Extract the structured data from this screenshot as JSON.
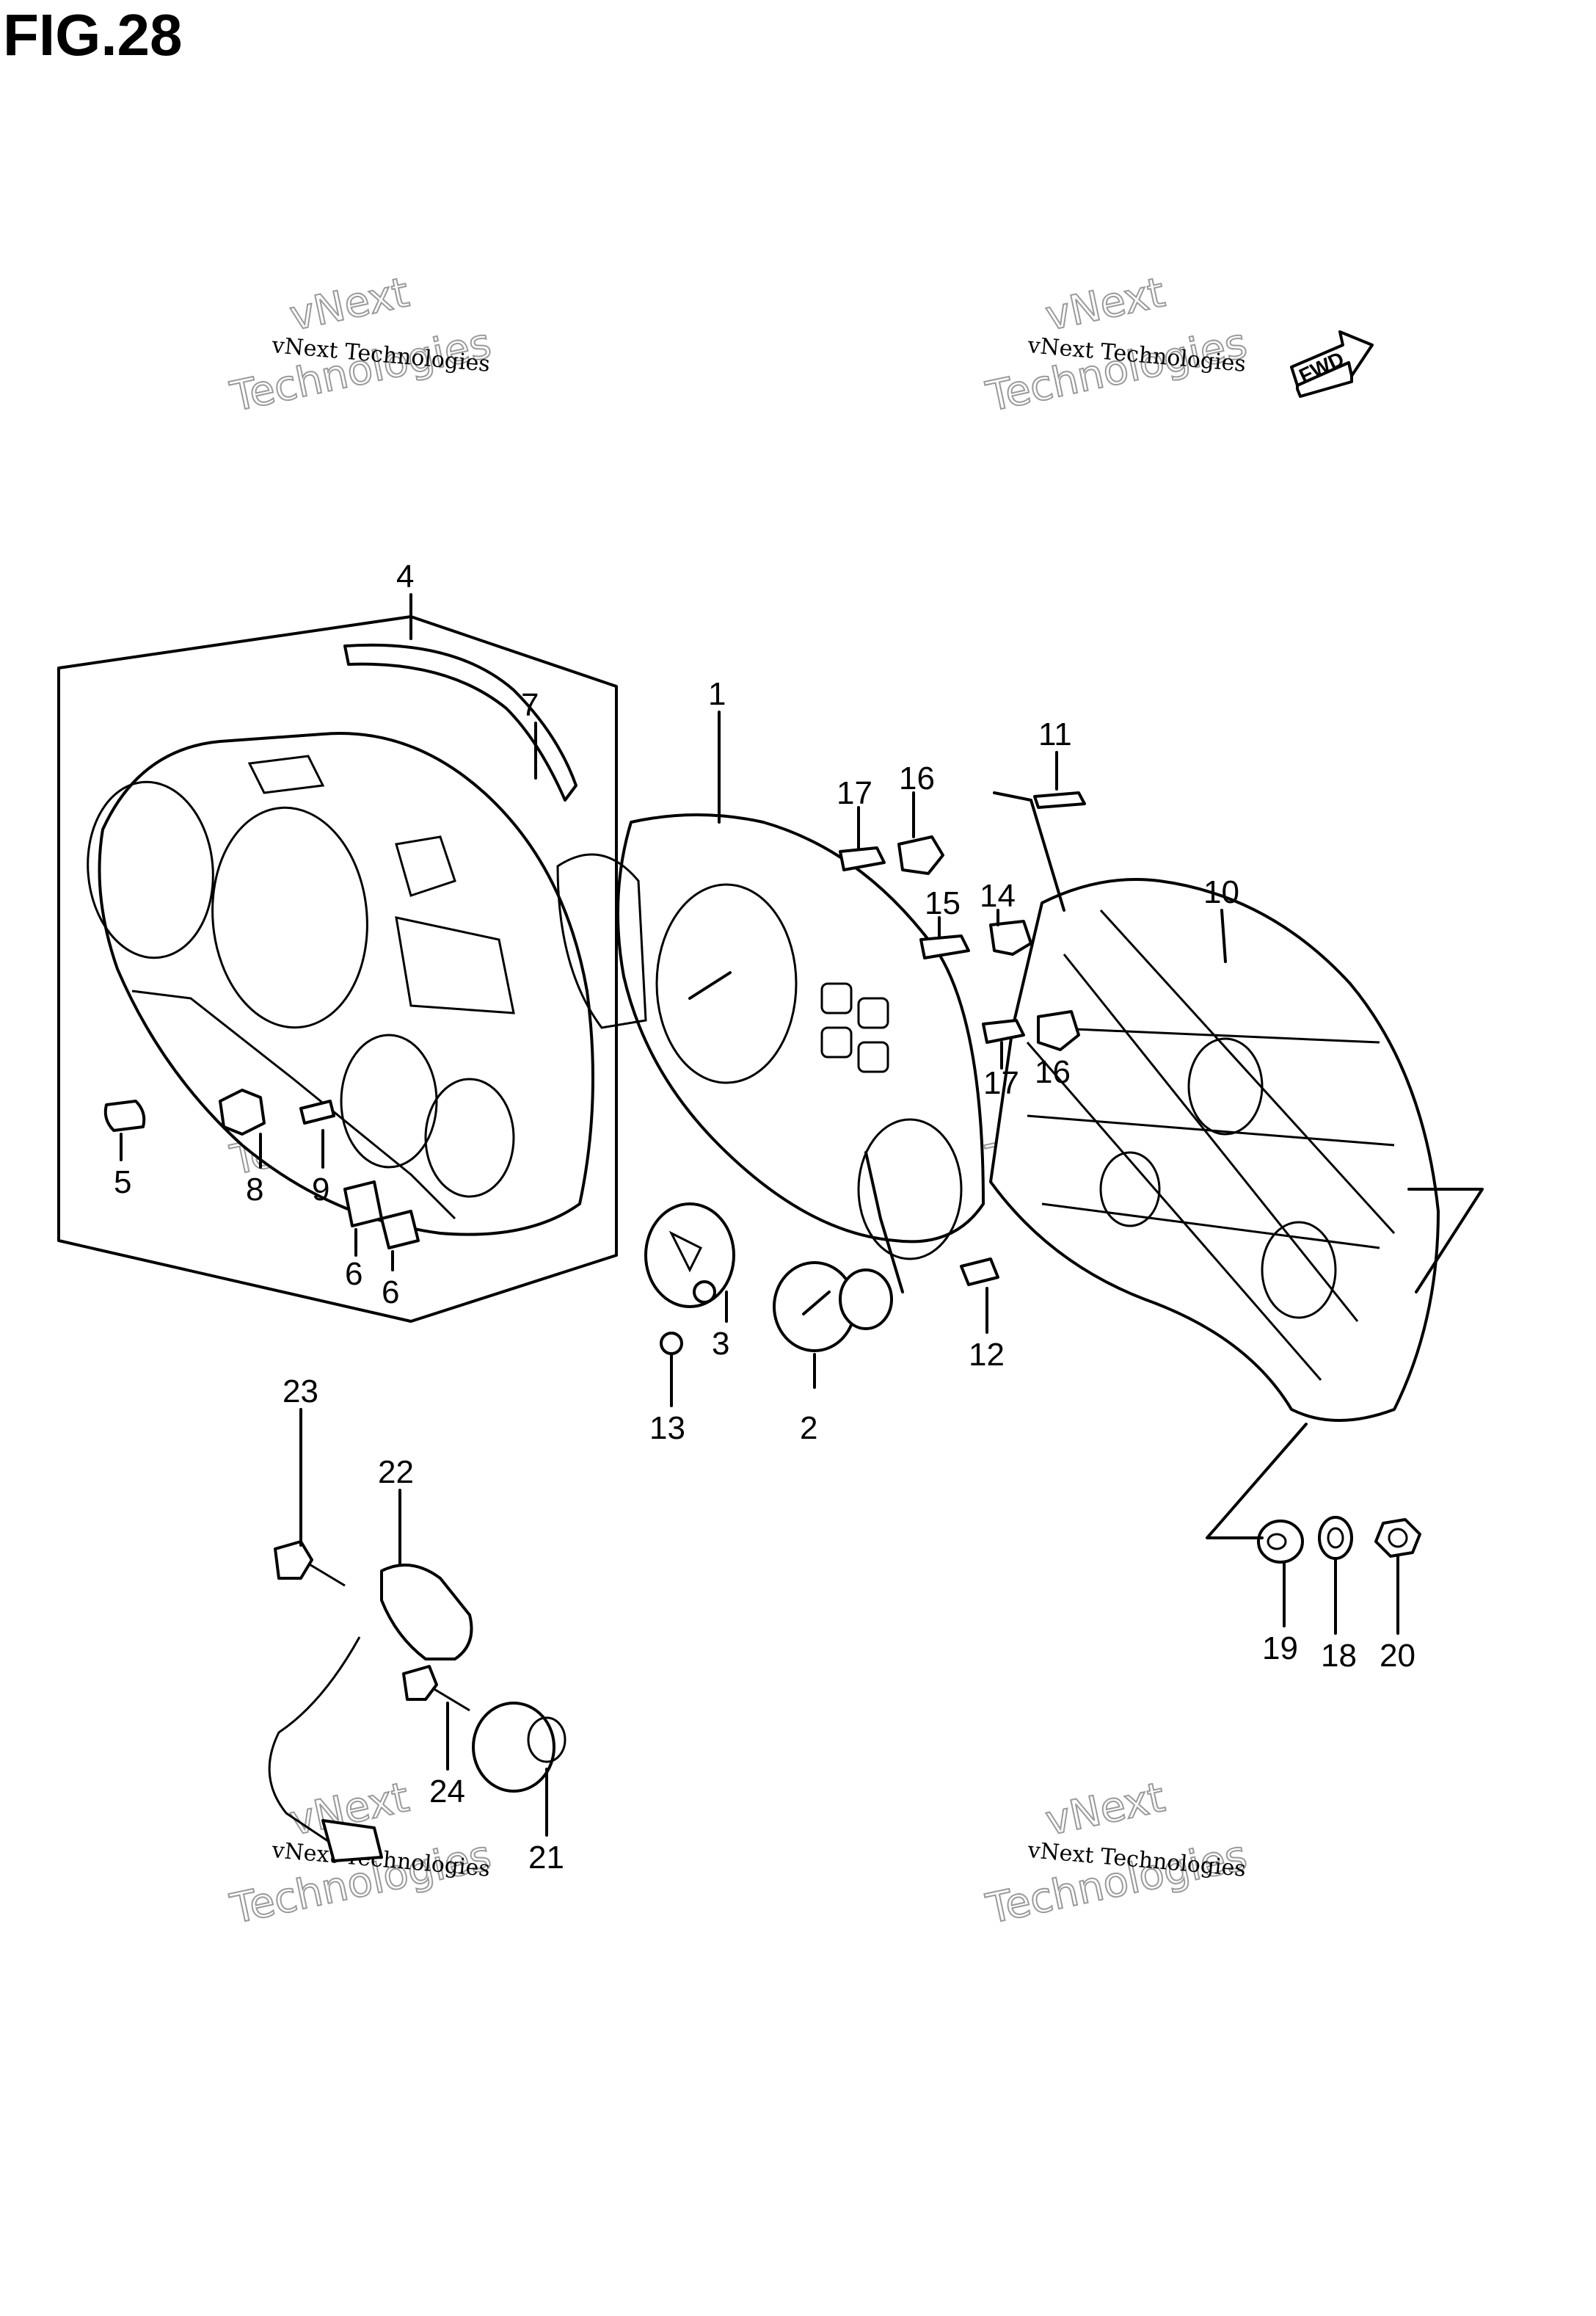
{
  "figure": {
    "title": "FIG.28",
    "fwd_label": "FWD"
  },
  "watermark": {
    "small_text": "vNext Technologies",
    "line1": "vNext",
    "line2": "Technologies"
  },
  "callouts": {
    "c1": "1",
    "c2": "2",
    "c3": "3",
    "c4": "4",
    "c5": "5",
    "c6a": "6",
    "c6b": "6",
    "c7": "7",
    "c8": "8",
    "c9": "9",
    "c10": "10",
    "c11": "11",
    "c12": "12",
    "c13": "13",
    "c14": "14",
    "c15": "15",
    "c16a": "16",
    "c16b": "16",
    "c17a": "17",
    "c17b": "17",
    "c18": "18",
    "c19": "19",
    "c20": "20",
    "c21": "21",
    "c22": "22",
    "c23": "23",
    "c24": "24"
  }
}
